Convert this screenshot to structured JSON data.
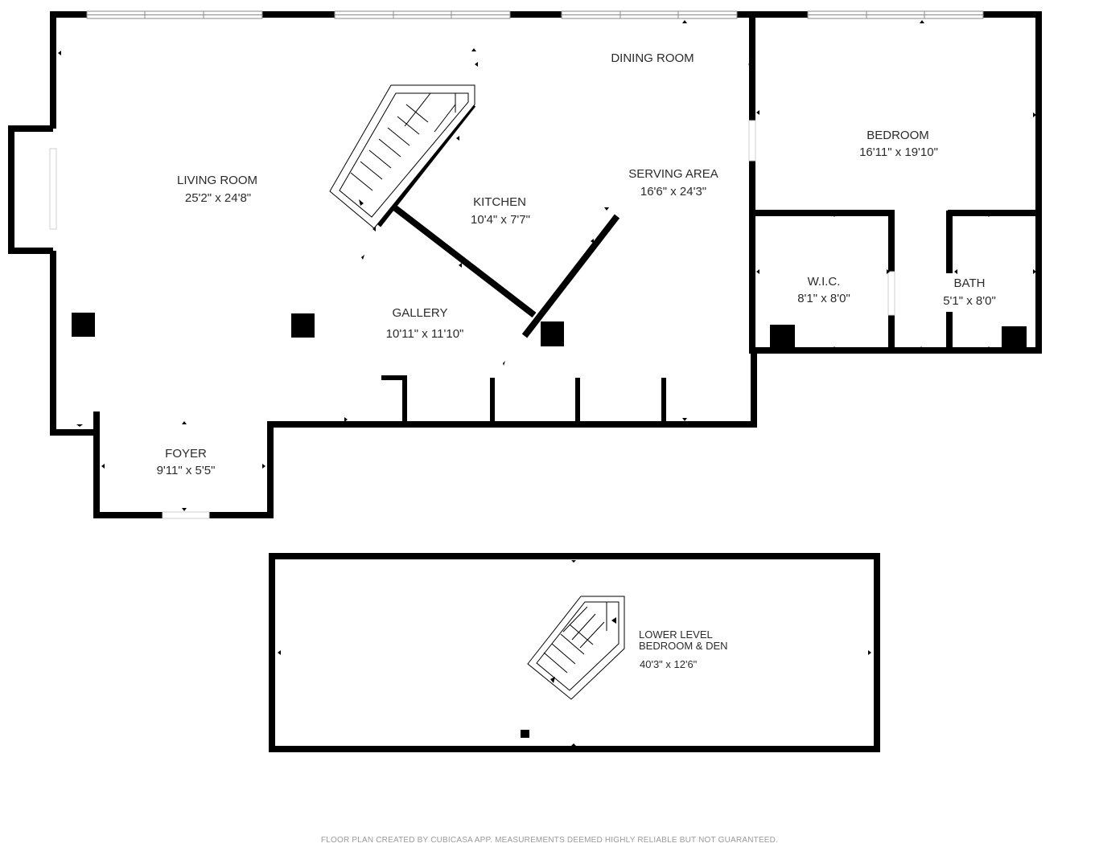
{
  "rooms": {
    "dining_room": {
      "name": "DINING ROOM"
    },
    "living_room": {
      "name": "LIVING ROOM",
      "size": "25'2\" x 24'8\""
    },
    "kitchen": {
      "name": "KITCHEN",
      "size": "10'4\" x 7'7\""
    },
    "serving_area": {
      "name": "SERVING AREA",
      "size": "16'6\" x 24'3\""
    },
    "bedroom": {
      "name": "BEDROOM",
      "size": "16'11\" x 19'10\""
    },
    "wic": {
      "name": "W.I.C.",
      "size": "8'1\" x 8'0\""
    },
    "bath": {
      "name": "BATH",
      "size": "5'1\" x 8'0\""
    },
    "gallery": {
      "name": "GALLERY",
      "size": "10'11\" x 11'10\""
    },
    "foyer": {
      "name": "FOYER",
      "size": "9'11\" x 5'5\""
    },
    "lower_level": {
      "name_line1": "LOWER LEVEL",
      "name_line2": "BEDROOM & DEN",
      "size": "40'3\" x 12'6\""
    }
  },
  "footer": "FLOOR PLAN CREATED BY CUBICASA APP. MEASUREMENTS DEEMED HIGHLY RELIABLE BUT NOT GUARANTEED.",
  "colors": {
    "wall": "#000000",
    "label": "#2b2b2b",
    "footer": "#9a9a9a",
    "window": "#8a8a8a"
  }
}
